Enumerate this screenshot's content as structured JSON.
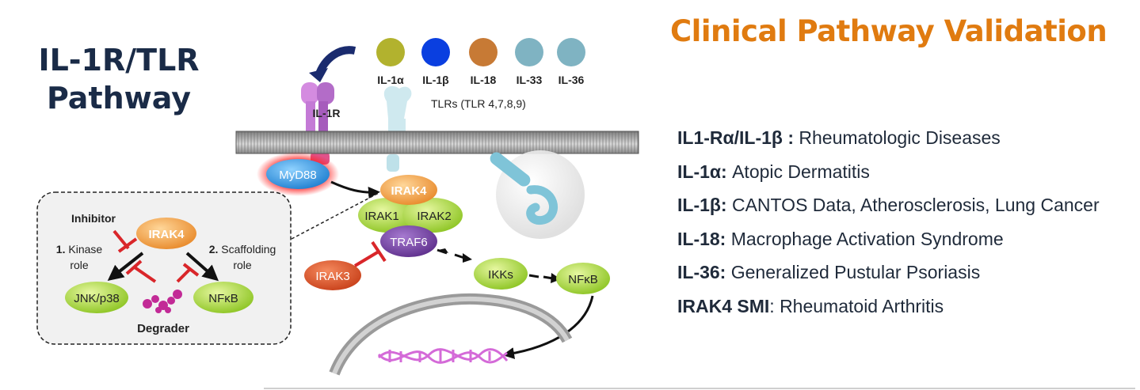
{
  "title": {
    "line1": "IL-1R/TLR",
    "line2": "Pathway"
  },
  "heading": "Clinical Pathway Validation",
  "ligands": [
    {
      "label": "IL-1α",
      "color": "#b2b22e"
    },
    {
      "label": "IL-1β",
      "color": "#0a3fe0"
    },
    {
      "label": "IL-18",
      "color": "#c77a35"
    },
    {
      "label": "IL-33",
      "color": "#7fb3c2"
    },
    {
      "label": "IL-36",
      "color": "#7fb3c2"
    }
  ],
  "receptors": {
    "il1r": "IL-1R",
    "tlrs": "TLRs  (TLR 4,7,8,9)"
  },
  "nodes": {
    "myd88": "MyD88",
    "irak4": "IRAK4",
    "irak1": "IRAK1",
    "irak2": "IRAK2",
    "traf6": "TRAF6",
    "irak3": "IRAK3",
    "ikks": "IKKs",
    "nfkb": "NFκB"
  },
  "inset": {
    "inhibitor": "Inhibitor",
    "irak4": "IRAK4",
    "kinase_num": "1.",
    "kinase_line1": "Kinase",
    "kinase_line2": "role",
    "scaff_num": "2.",
    "scaff_line1": "Scaffolding",
    "scaff_line2": "role",
    "jnk": "JNK/p38",
    "nfkb": "NFκB",
    "degrader": "Degrader"
  },
  "clinical": [
    {
      "term": "IL1-Rα/IL-1β :",
      "desc": " Rheumatologic Diseases"
    },
    {
      "term": "IL-1α:",
      "desc": " Atopic Dermatitis"
    },
    {
      "term": "IL-1β:",
      "desc": " CANTOS Data, Atherosclerosis, Lung Cancer"
    },
    {
      "term": "IL-18:",
      "desc": " Macrophage Activation Syndrome"
    },
    {
      "term": "IL-36:",
      "desc": " Generalized Pustular Psoriasis"
    },
    {
      "term": "IRAK4 SMI",
      "desc": ": Rheumatoid Arthritis"
    }
  ],
  "colors": {
    "title": "#1a2b47",
    "heading": "#e07b10",
    "irak_orange": "#f0a040",
    "green_node": "#a8d636",
    "traf6_purple": "#7b4aa6",
    "irak3_red": "#e0552a",
    "myd88_blue": "#2f9be0",
    "inhibit_red": "#d9262a",
    "degrader_magenta": "#c22a96"
  }
}
